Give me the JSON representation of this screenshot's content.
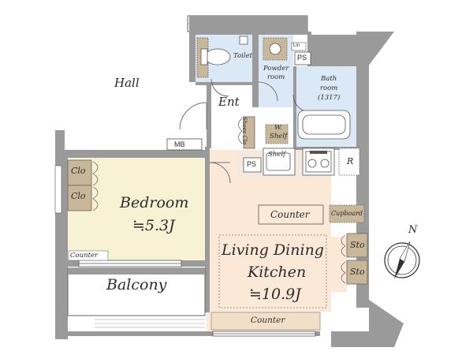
{
  "rooms": {
    "hall": "Hall",
    "toilet": "Toilet",
    "powder_room": [
      "Powder",
      "room"
    ],
    "bath_room": [
      "Bath",
      "room",
      "(1317)"
    ],
    "entrance": "Ent",
    "bedroom": {
      "name": "Bedroom",
      "size": "≒5.3J"
    },
    "ldk": {
      "name_line1": "Living Dining",
      "name_line2": "Kitchen",
      "size": "≒10.9J"
    },
    "balcony": "Balcony"
  },
  "fixtures": {
    "closet_upper": "Clo",
    "closet_lower": "Clo",
    "shoes_closet": "Shoes Clo",
    "wall_shelf": [
      "W.",
      "Shelf"
    ],
    "shelf": "Shelf",
    "meter_box": "MB",
    "pipe_space_entry": "PS",
    "pipe_space_bath": "PS",
    "linen": "Lin",
    "refrigerator": "R",
    "kitchen_counter": "Counter",
    "cupboard": "Cupboard",
    "storage_upper": "Sto",
    "storage_lower": "Sto",
    "bedroom_counter": "Counter",
    "ldk_counter": "Counter"
  },
  "compass": {
    "north": "N"
  },
  "colors": {
    "wall": "#9a9a9a",
    "bedroom_floor": "#f7f2d4",
    "ldk_floor": "#fbe8d6",
    "wet_floor": "#dbe9f6",
    "storage": "#c9b79a",
    "line": "#555555"
  }
}
